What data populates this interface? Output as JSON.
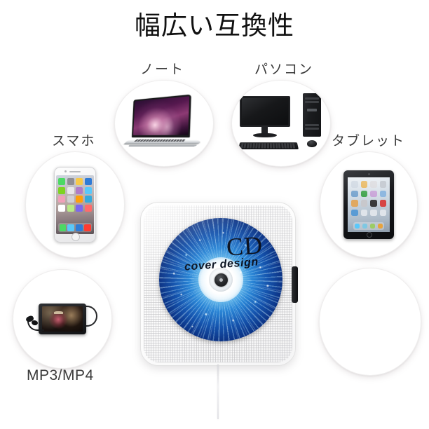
{
  "page": {
    "title": "幅広い互換性",
    "background_color": "#ffffff",
    "label_color": "#3a3a3a",
    "title_color": "#111111"
  },
  "devices": [
    {
      "key": "laptop",
      "label": "ノート",
      "icon": "laptop-icon",
      "label_position": "above"
    },
    {
      "key": "desktop",
      "label": "パソコン",
      "icon": "desktop-pc-icon",
      "label_position": "above"
    },
    {
      "key": "smartphone",
      "label": "スマホ",
      "icon": "smartphone-icon",
      "label_position": "above-left"
    },
    {
      "key": "tablet",
      "label": "タブレット",
      "icon": "tablet-icon",
      "label_position": "above-right"
    },
    {
      "key": "mp3mp4",
      "label": "MP3/MP4",
      "icon": "mp3-mp4-player-icon",
      "label_position": "below"
    },
    {
      "key": "blank",
      "label": "",
      "icon": "blank-icon",
      "label_position": "none"
    }
  ],
  "product": {
    "name": "wall-mounted-cd-player",
    "disc": {
      "title": "CD",
      "subtitle": "cover design",
      "artwork": "blue-starburst",
      "accent_color": "#1554ae"
    },
    "body_color": "#fdfdfd",
    "has_power_cord": true,
    "side_control": "volume-knob"
  },
  "phone_app_colors": [
    "#4cd964",
    "#8e8e93",
    "#f7c948",
    "#2f7bd6",
    "#7ed321",
    "#e8e8ea",
    "#b07cc6",
    "#5ac8fa",
    "#f0a0b8",
    "#d0d0d4",
    "#ff9f0a",
    "#34aadc",
    "#ffffff",
    "#b8e986",
    "#7b68ee",
    "#ff6b6b"
  ],
  "phone_dock_colors": [
    "#4cd964",
    "#5ac8fa",
    "#2f7bd6",
    "#ff3b30"
  ],
  "tablet_app_colors": [
    "#cfd8e2",
    "#e6b45a",
    "#d8d8dc",
    "#c8cdd4",
    "#7aa6cf",
    "#3fa34d",
    "#c6a0d6",
    "#8fb8e0",
    "#e0a860",
    "#c8c8cc",
    "#3a3a3c",
    "#d64545",
    "#5a9bd4",
    "#dfe4ea",
    "#dfe4ea",
    "#dfe4ea"
  ],
  "tablet_dock_colors": [
    "#5ac8fa",
    "#7ec8e3",
    "#9ccc65",
    "#e8a33d"
  ]
}
